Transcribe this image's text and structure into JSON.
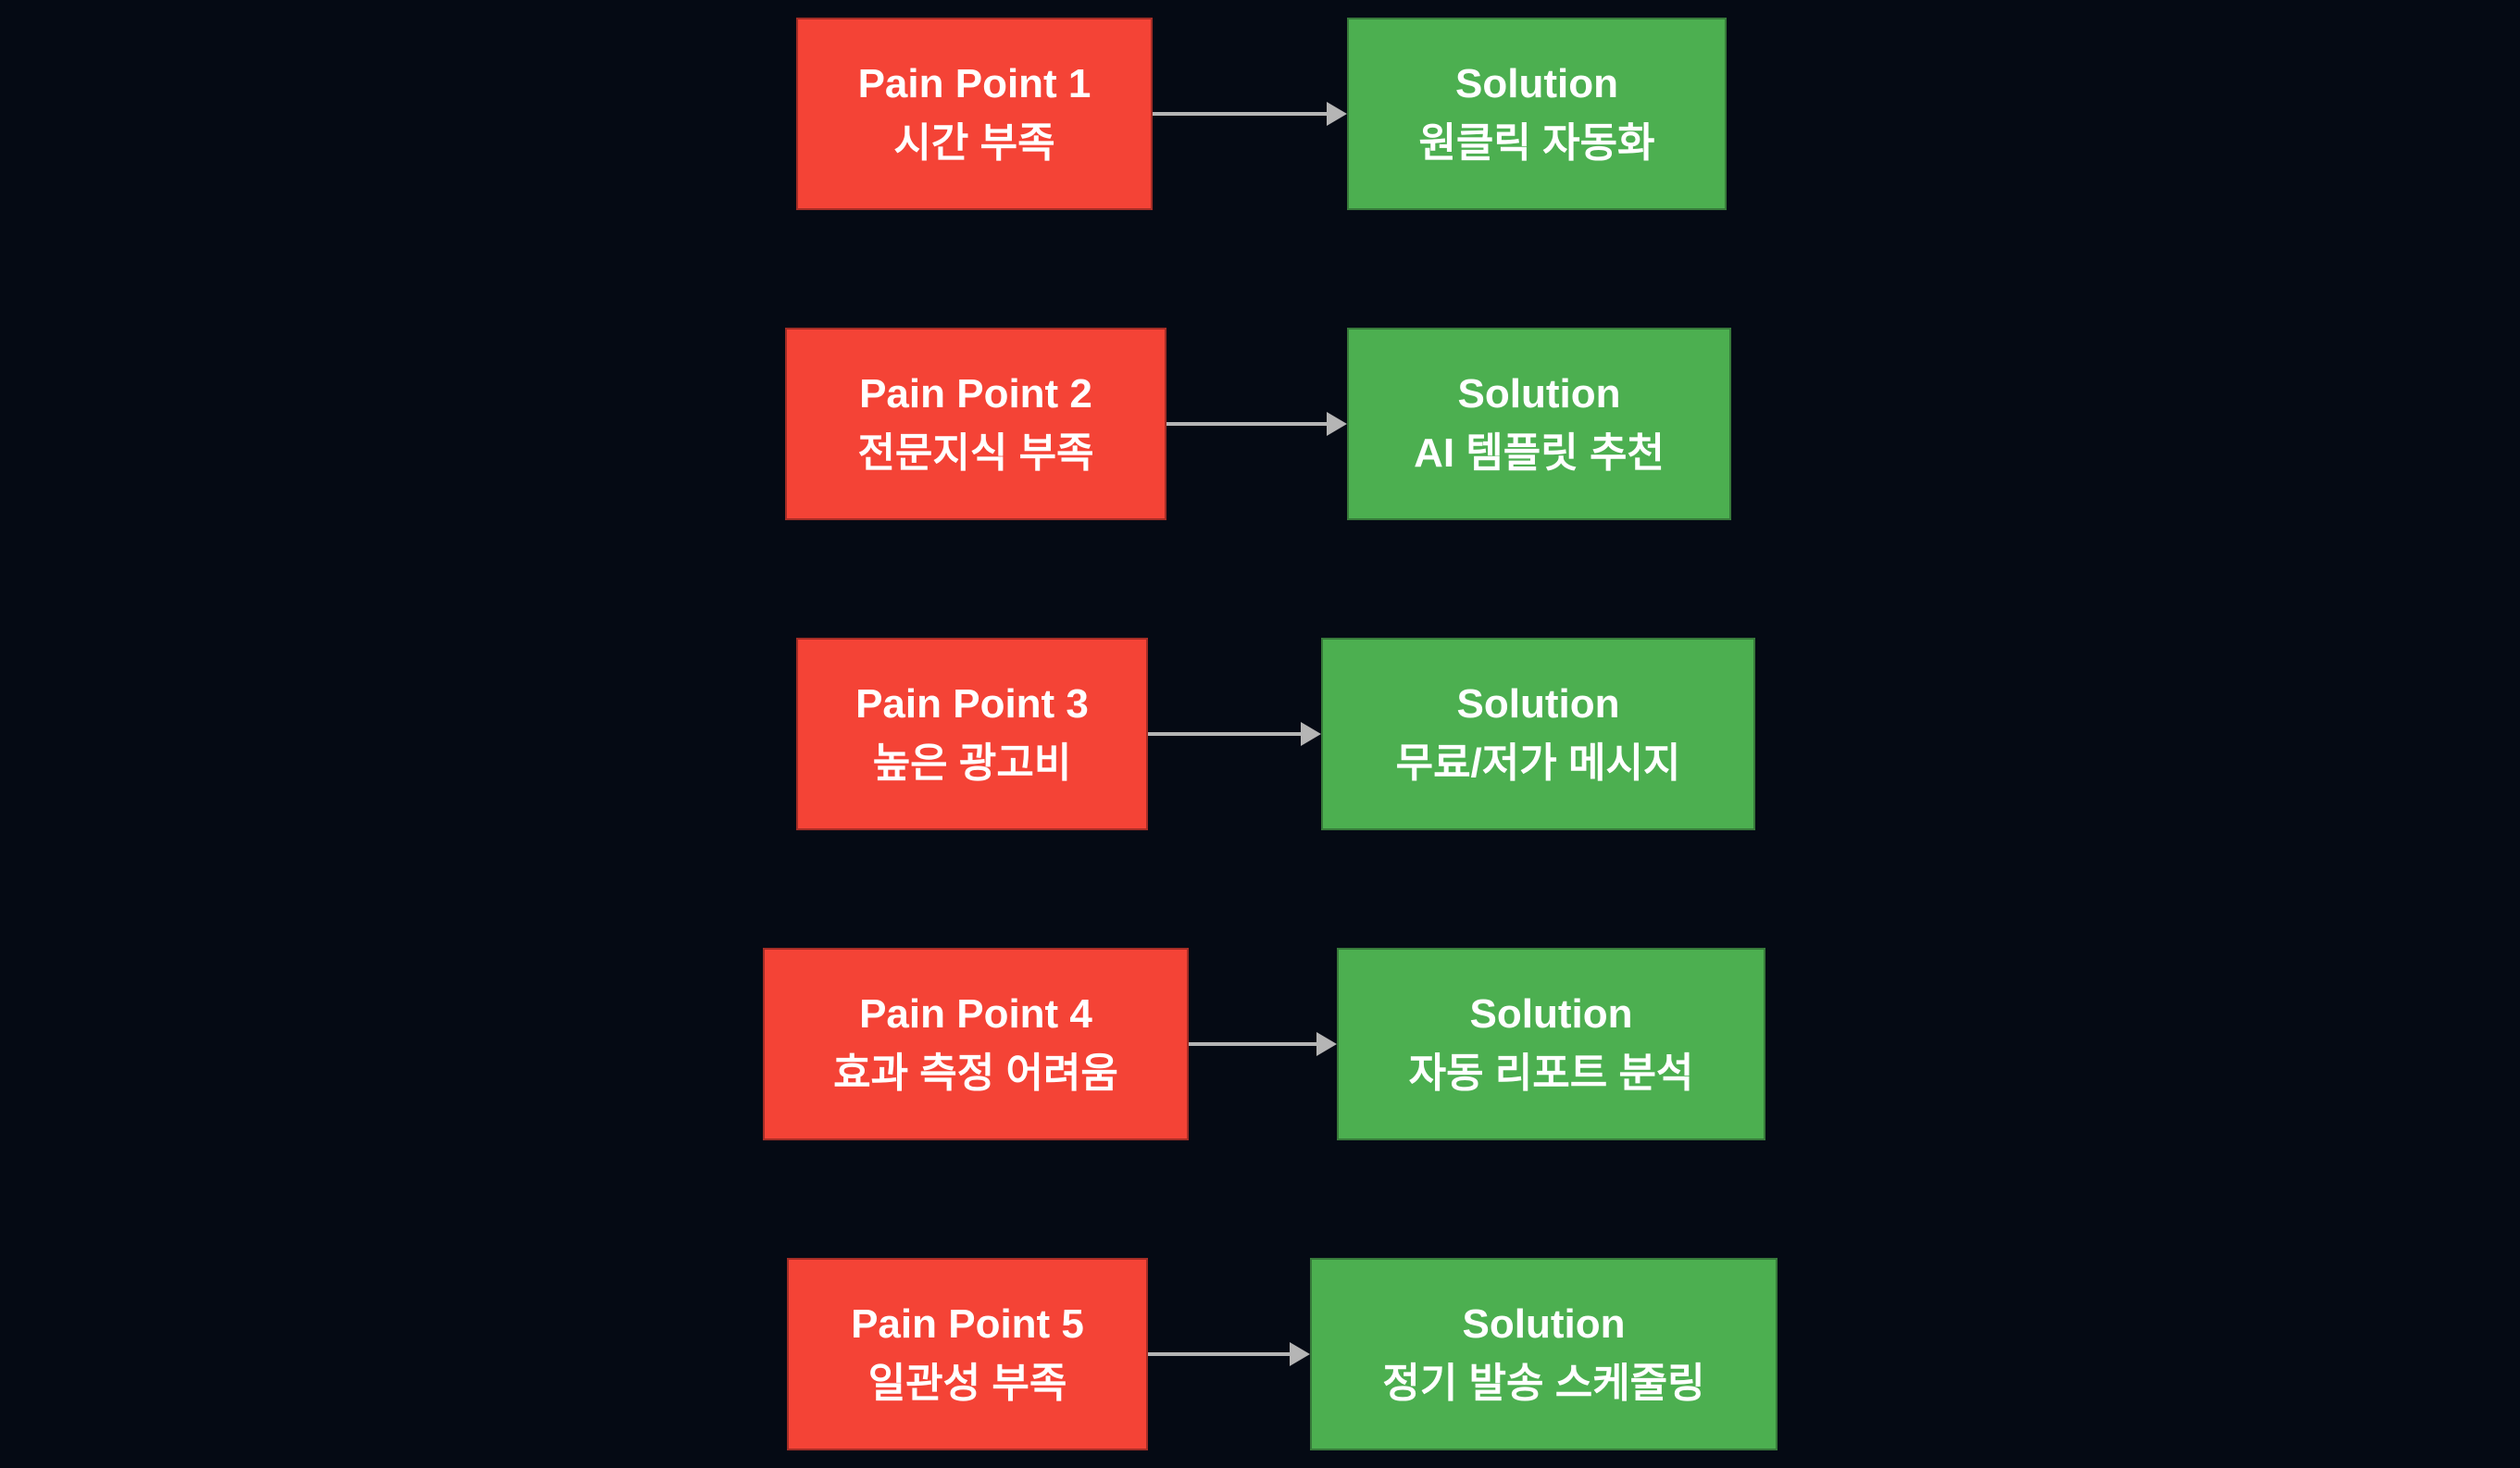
{
  "colors": {
    "background": "#050a14",
    "pain_fill": "#f44336",
    "pain_border": "#a32d26",
    "solution_fill": "#4caf50",
    "solution_border": "#37793a",
    "arrow": "#b5b5b5",
    "text": "#ffffff"
  },
  "rows": [
    {
      "pain": {
        "title": "Pain Point 1",
        "subtitle": "시간 부족"
      },
      "solution": {
        "title": "Solution",
        "subtitle": "원클릭 자동화"
      }
    },
    {
      "pain": {
        "title": "Pain Point 2",
        "subtitle": "전문지식 부족"
      },
      "solution": {
        "title": "Solution",
        "subtitle": "AI 템플릿 추천"
      }
    },
    {
      "pain": {
        "title": "Pain Point 3",
        "subtitle": "높은 광고비"
      },
      "solution": {
        "title": "Solution",
        "subtitle": "무료/저가 메시지"
      }
    },
    {
      "pain": {
        "title": "Pain Point 4",
        "subtitle": "효과 측정 어려움"
      },
      "solution": {
        "title": "Solution",
        "subtitle": "자동 리포트 분석"
      }
    },
    {
      "pain": {
        "title": "Pain Point 5",
        "subtitle": "일관성 부족"
      },
      "solution": {
        "title": "Solution",
        "subtitle": "정기 발송 스케줄링"
      }
    }
  ]
}
